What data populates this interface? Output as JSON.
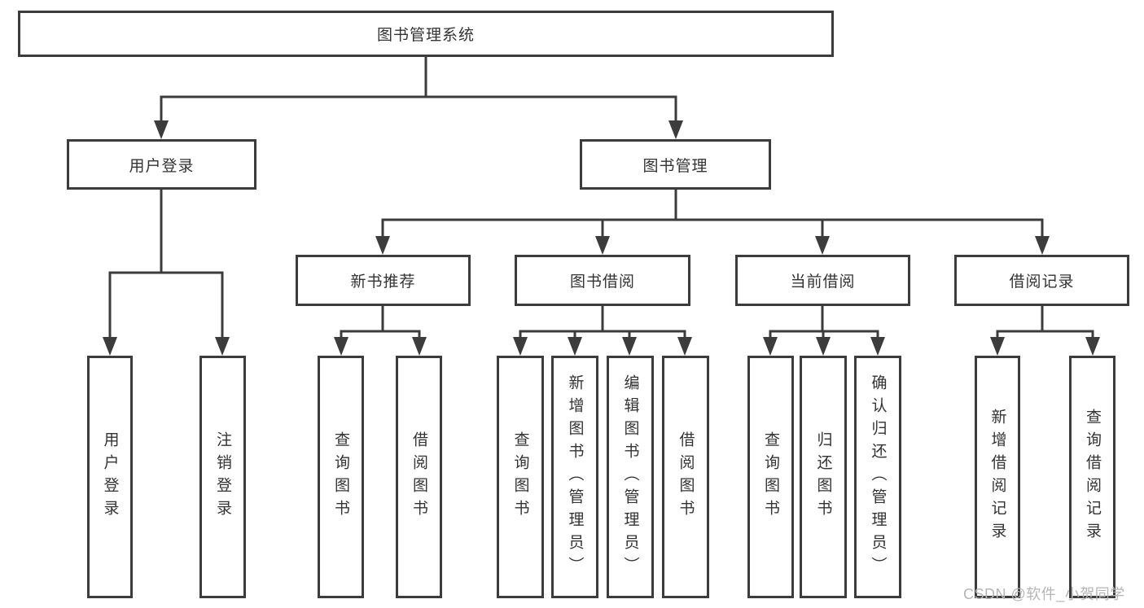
{
  "tree": {
    "label": "图书管理系统",
    "children": [
      {
        "label": "用户登录",
        "children": [
          {
            "label": "用户登录"
          },
          {
            "label": "注销登录"
          }
        ]
      },
      {
        "label": "图书管理",
        "children": [
          {
            "label": "新书推荐",
            "children": [
              {
                "label": "查询图书"
              },
              {
                "label": "借阅图书"
              }
            ]
          },
          {
            "label": "图书借阅",
            "children": [
              {
                "label": "查询图书"
              },
              {
                "label": "新增图书（管理员）"
              },
              {
                "label": "编辑图书（管理员）"
              },
              {
                "label": "借阅图书"
              }
            ]
          },
          {
            "label": "当前借阅",
            "children": [
              {
                "label": "查询图书"
              },
              {
                "label": "归还图书"
              },
              {
                "label": "确认归还（管理员）"
              }
            ]
          },
          {
            "label": "借阅记录",
            "children": [
              {
                "label": "新增借阅记录"
              },
              {
                "label": "查询借阅记录"
              }
            ]
          }
        ]
      }
    ]
  },
  "watermark": {
    "text": "CSDN @软件_小贺同学",
    "color": "#b5b5b5"
  },
  "colors": {
    "line": "#3c3c3c",
    "text": "#333333",
    "background": "#ffffff"
  }
}
